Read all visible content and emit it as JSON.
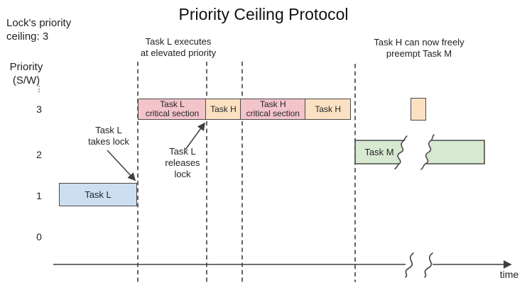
{
  "title": "Priority Ceiling Protocol",
  "lock_note": {
    "line1": "Lock's priority",
    "line2": "ceiling: 3"
  },
  "y_axis": {
    "title_line1": "Priority",
    "title_line2": "(S/W)",
    "ellipsis": "⋮",
    "ticks": [
      {
        "label": "3"
      },
      {
        "label": "2"
      },
      {
        "label": "1"
      },
      {
        "label": "0"
      }
    ]
  },
  "x_axis": {
    "label": "time"
  },
  "annotations": {
    "elevated_priority": {
      "line1": "Task L executes",
      "line2": "at elevated priority"
    },
    "preempt": {
      "line1": "Task H can now freely",
      "line2": "preempt Task M"
    },
    "takes_lock": {
      "line1": "Task L",
      "line2": "takes lock"
    },
    "releases_lock": {
      "line1": "Task L",
      "line2": "releases",
      "line3": "lock"
    }
  },
  "bars": {
    "priority3_segments": [
      {
        "line1": "Task L",
        "line2": "critical section"
      },
      {
        "label": "Task H"
      },
      {
        "line1": "Task H",
        "line2": "critical section"
      },
      {
        "label": "Task H"
      }
    ],
    "task_l": {
      "label": "Task L"
    },
    "task_m": {
      "label": "Task M"
    }
  },
  "colors": {
    "critical_section": "#F3C4CA",
    "task_h_fill": "#FBE1C2",
    "task_l_fill": "#CBDFF1",
    "task_m_fill": "#D7E9D1",
    "outline": "#4a4a4a"
  }
}
